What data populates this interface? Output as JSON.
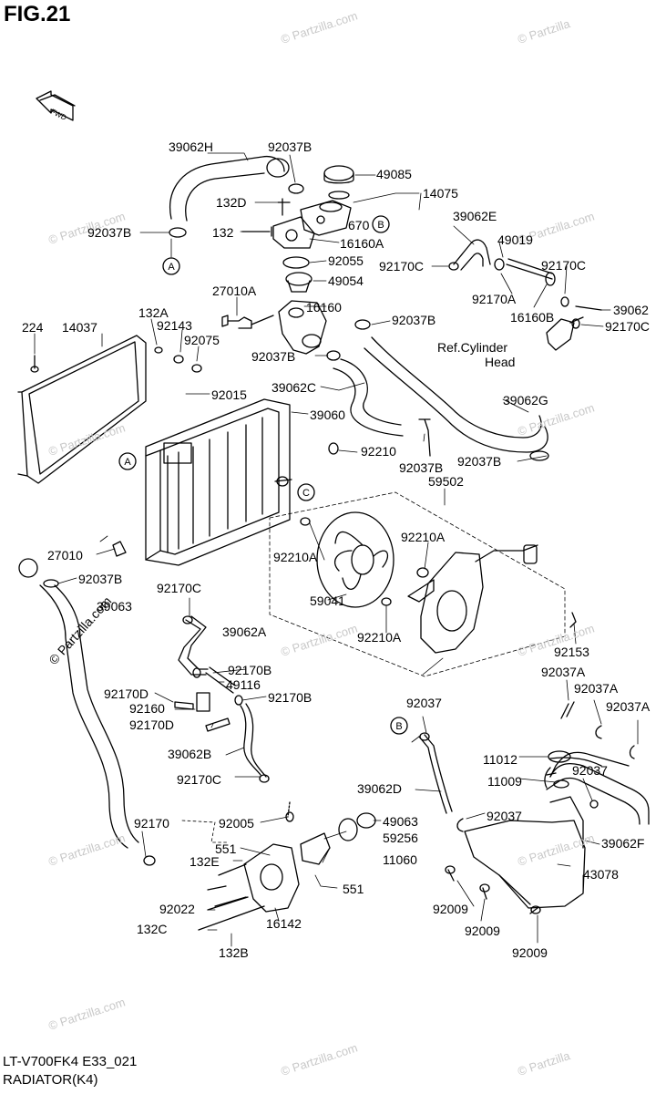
{
  "figure": {
    "title": "FIG.21",
    "caption_line1": "LT-V700FK4 E33_021",
    "caption_line2": "RADIATOR(K4)"
  },
  "arrow": {
    "label": "FWD"
  },
  "watermark": {
    "text": "© Partzilla.com",
    "short": "© Partzilla"
  },
  "reference_note": {
    "line1": "Ref.Cylinder",
    "line2": "Head"
  },
  "callouts": {
    "A": "A",
    "B": "B",
    "C": "C"
  },
  "labels": {
    "p39062H": "39062H",
    "p92037B_1": "92037B",
    "p49085": "49085",
    "p14075": "14075",
    "p132D": "132D",
    "p92037B_2": "92037B",
    "p132": "132",
    "p670B": "670",
    "p16160A": "16160A",
    "p92055": "92055",
    "p49054": "49054",
    "p39062E": "39062E",
    "p49019": "49019",
    "p92170C_1": "92170C",
    "p92170C_2": "92170C",
    "p92170A": "92170A",
    "p16160B": "16160B",
    "p39062": "39062",
    "p92170C_3": "92170C",
    "p27010A": "27010A",
    "p16160": "16160",
    "p92037B_3": "92037B",
    "p224": "224",
    "p14037": "14037",
    "p132A": "132A",
    "p92143": "92143",
    "p92075": "92075",
    "p92037B_4": "92037B",
    "p92015": "92015",
    "p39062C": "39062C",
    "p39060": "39060",
    "p39062G": "39062G",
    "p92210": "92210",
    "p92037B_5": "92037B",
    "p92037B_6": "92037B",
    "p59502": "59502",
    "p27010": "27010",
    "p92037B_7": "92037B",
    "p92210A_1": "92210A",
    "p92210A_2": "92210A",
    "p39063": "39063",
    "p92170C_4": "92170C",
    "p39062A": "39062A",
    "p59041": "59041",
    "p92210A_3": "92210A",
    "p92153": "92153",
    "p92170B_1": "92170B",
    "p49116": "49116",
    "p92170D_1": "92170D",
    "p92170B_2": "92170B",
    "p92160": "92160",
    "p92170D_2": "92170D",
    "p92037A_1": "92037A",
    "p92037A_2": "92037A",
    "p92037A_3": "92037A",
    "p92037": "92037",
    "p39062B": "39062B",
    "p11012": "11012",
    "p11009": "11009",
    "p92037_2": "92037",
    "p92170C_5": "92170C",
    "p39062D": "39062D",
    "p92170": "92170",
    "p92005": "92005",
    "p49063": "49063",
    "p92037_3": "92037",
    "p59256": "59256",
    "p551_1": "551",
    "p11060": "11060",
    "p132E": "132E",
    "p551_2": "551",
    "p39062F": "39062F",
    "p43078": "43078",
    "p92022": "92022",
    "p16142": "16142",
    "p92009_1": "92009",
    "p92009_2": "92009",
    "p132C": "132C",
    "p132B": "132B",
    "p92009_3": "92009"
  }
}
